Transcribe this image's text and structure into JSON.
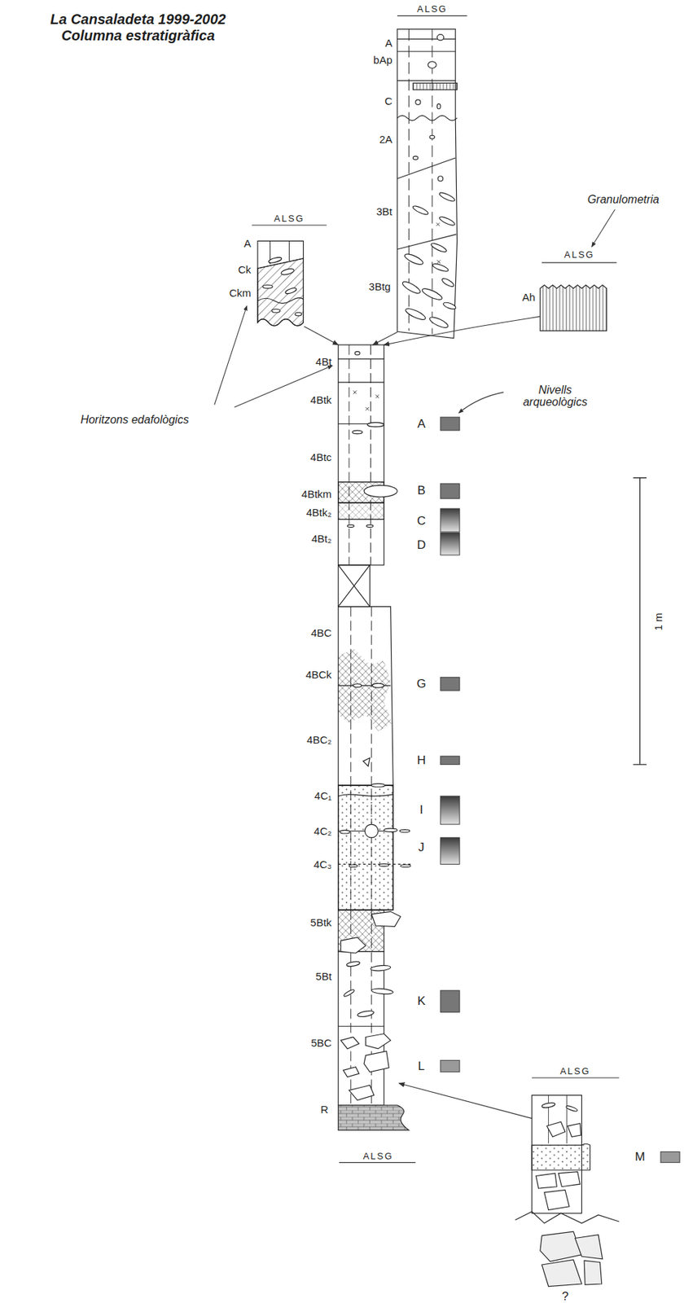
{
  "diagram": {
    "title": "La Cansaladeta 1999-2002 Columna estratigràfica",
    "nodes": [
      {
        "text": [
          "ALSG"
        ]
      },
      {
        "text": [
          "ALSG"
        ]
      },
      {
        "text": [
          "ALSG"
        ]
      },
      {
        "text": [
          "ALSG"
        ]
      },
      {
        "text": [
          "ALSG"
        ]
      }
    ],
    "edges": [
      {
        "from": 0,
        "to": 3,
        "arrow": "to"
      },
      {
        "from": 1,
        "to": 3,
        "arrow": "to"
      },
      {
        "from": 2,
        "to": 3,
        "arrow": "to"
      },
      {
        "from": 4,
        "to": 3,
        "arrow": "to"
      }
    ],
    "labels": [
      "A",
      "bAp",
      "C",
      "2A",
      "3Bt",
      "3Btg",
      "Granulometria",
      "A",
      "Ck",
      "Ckm",
      "Ah",
      "Horitzons edafològics",
      "4Bt",
      "4Btk",
      "Nivells arqueològics",
      "A",
      "4Btc",
      "4Btkm",
      "B",
      "4Btk₂",
      "C",
      "4Bt₂",
      "D",
      "1 m",
      "4BC",
      "4BCk",
      "G",
      "4BC₂",
      "H",
      "4C₁",
      "I",
      "4C₂",
      "J",
      "4C₃",
      "5Btk",
      "5Bt",
      "K",
      "5BC",
      "L",
      "R",
      "M",
      "?"
    ]
  }
}
